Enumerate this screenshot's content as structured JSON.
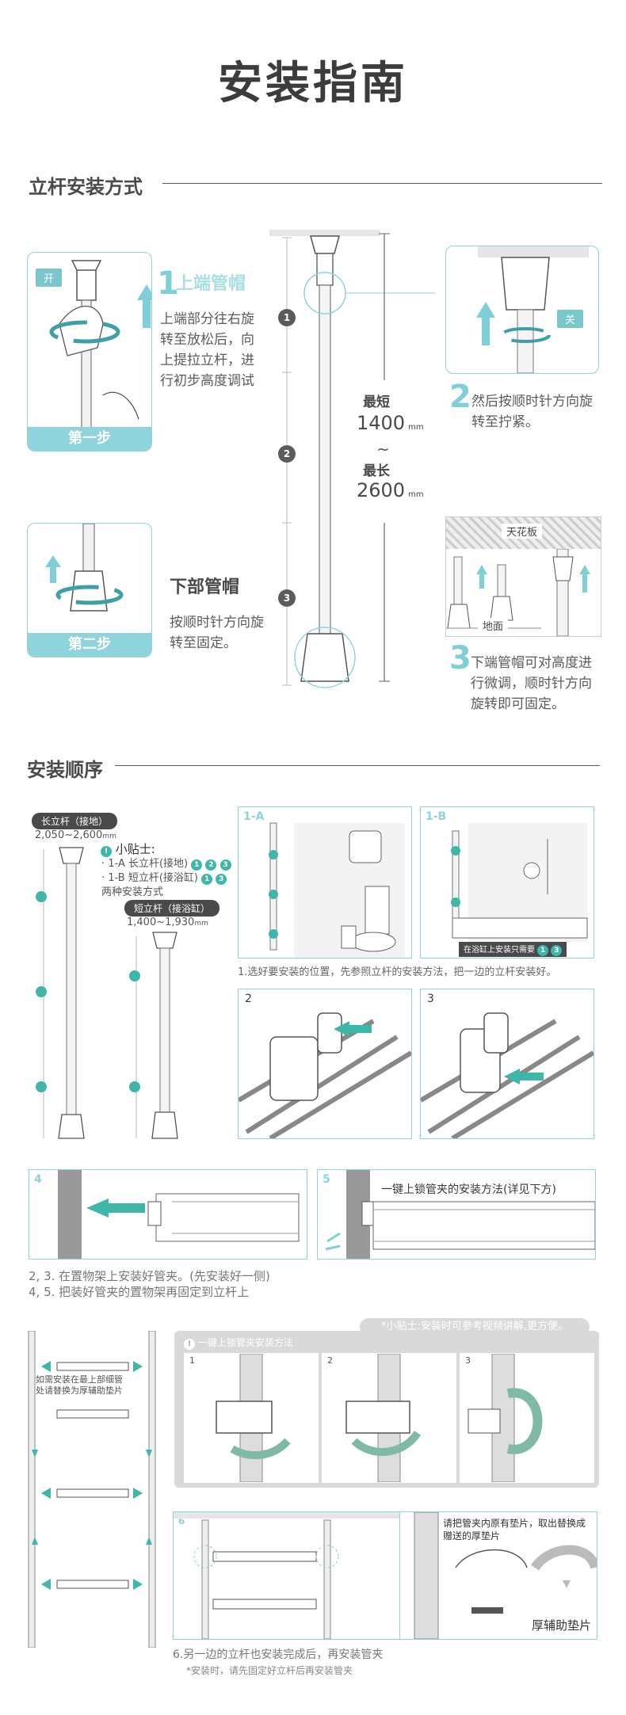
{
  "title": "安装指南",
  "section1": {
    "heading": "立杆安装方式",
    "step1": {
      "badge": "开",
      "num": "1",
      "label": "上端管帽",
      "desc": "上端部分往右旋转至放松后，向上提拉立杆，进行初步高度调试",
      "bar": "第一步"
    },
    "step2bottom": {
      "label": "下部管帽",
      "desc": "按顺时针方向旋转至固定。",
      "bar": "第二步"
    },
    "center": {
      "min_label": "最短",
      "min_value": "1400",
      "unit": "mm",
      "max_label": "最长",
      "max_value": "2600",
      "markers": [
        "1",
        "2",
        "3"
      ]
    },
    "right1": {
      "badge": "关",
      "num": "2",
      "desc": "然后按顺时针方向旋转至拧紧。"
    },
    "right2": {
      "ceiling": "天花板",
      "floor": "地面",
      "num": "3",
      "desc": "下端管帽可对高度进行微调，顺时针方向旋转即可固定。"
    }
  },
  "section2": {
    "heading": "安装顺序",
    "long_pole": {
      "label": "长立杆（接地）",
      "size": "2,050~2,600",
      "unit": "mm"
    },
    "short_pole": {
      "label": "短立杆（接浴缸）",
      "size": "1,400~1,930",
      "unit": "mm"
    },
    "tip_title": "小贴士:",
    "tip_1a": "1-A  长立杆(接地)",
    "tip_1b": "1-B  短立杆(接浴缸)",
    "tip_note": "两种安装方式",
    "tip_1a_steps": [
      "1",
      "2",
      "3"
    ],
    "tip_1b_steps": [
      "1",
      "3"
    ],
    "panel_1a": "1-A",
    "panel_1b": "1-B",
    "bathtub_note": "在浴缸上安装只需要",
    "caption1": "1.选好要安装的位置，先参照立杆的安装方法，把一边的立杆安装好。",
    "panel2": "2",
    "panel3": "3",
    "panel4": "4",
    "panel5": "5",
    "panel5_text": "一键上锁管夹的安装方法(详见下方)",
    "caption23": "2, 3. 在置物架上安装好管夹。(先安装好一侧)",
    "caption45": "4, 5. 把装好管夹的置物架再固定到立杆上",
    "left_note": "如需安装在最上部细管处请替换为厚辅助垫片",
    "lock_title": "一键上锁管夹安装方法",
    "video_tip": "*小贴士:安装时可参考视频讲解,更方便。",
    "lock_steps": [
      "1",
      "2",
      "3"
    ],
    "panel6": "6",
    "pad_note": "请把管夹内原有垫片，取出替换成赠送的厚垫片",
    "pad_label": "厚辅助垫片",
    "caption6": "6.另一边的立杆也安装完成后，再安装管夹",
    "caption6_sub": "*安装时，请先固定好立杆后再安装管夹"
  }
}
